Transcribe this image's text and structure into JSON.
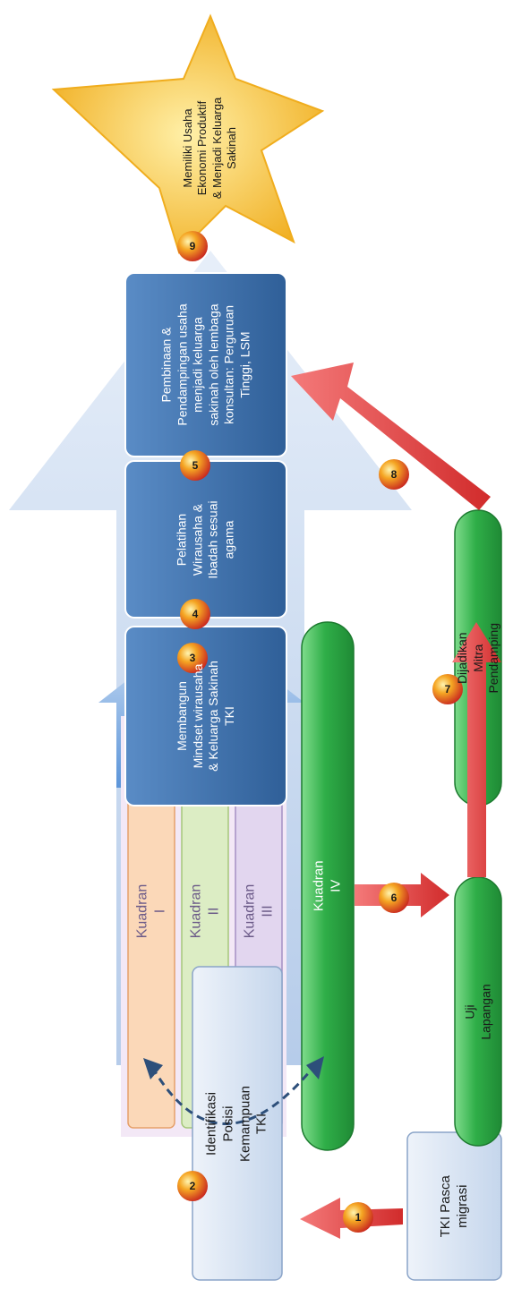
{
  "diagram": {
    "nodes": {
      "tki_pasca_migrasi": "TKI Pasca\nmigrasi",
      "identifikasi": "Identifikasi Posisi\nKemampuan TKI",
      "kuadran_1": "Kuadran I",
      "kuadran_2": "Kuadran II",
      "kuadran_3": "Kuadran III",
      "kuadran_4": "Kuadran IV",
      "uji_lapangan": "Uji Lapangan",
      "mitra": "Dijadikan Mitra Pendamping",
      "membangun": "Membangun\nMindset wirausaha\n& Keluarga Sakinah\nTKI",
      "pelatihan": "Pelatihan\nWirausaha &\nIbadah sesuai\nagama",
      "pembinaan": "Pembinaan &\nPendampingan usaha\nmenjadi keluarga\nsakinah oleh lembaga\nkonsultan: Perguruan\nTinggi, LSM",
      "goal": "Memiliki Usaha\nEkonomi Produktif\n& Menjadi Keluarga\nSakinah"
    },
    "steps": [
      "1",
      "2",
      "3",
      "4",
      "5",
      "6",
      "7",
      "8",
      "9"
    ],
    "colors": {
      "blue_box": "#3f72ae",
      "light_box": "#d9e4f2",
      "green": "#2fae48",
      "red_arrow": "#e03a3a",
      "star": "#f6c233",
      "big_arrow": "#c9daf0"
    }
  }
}
